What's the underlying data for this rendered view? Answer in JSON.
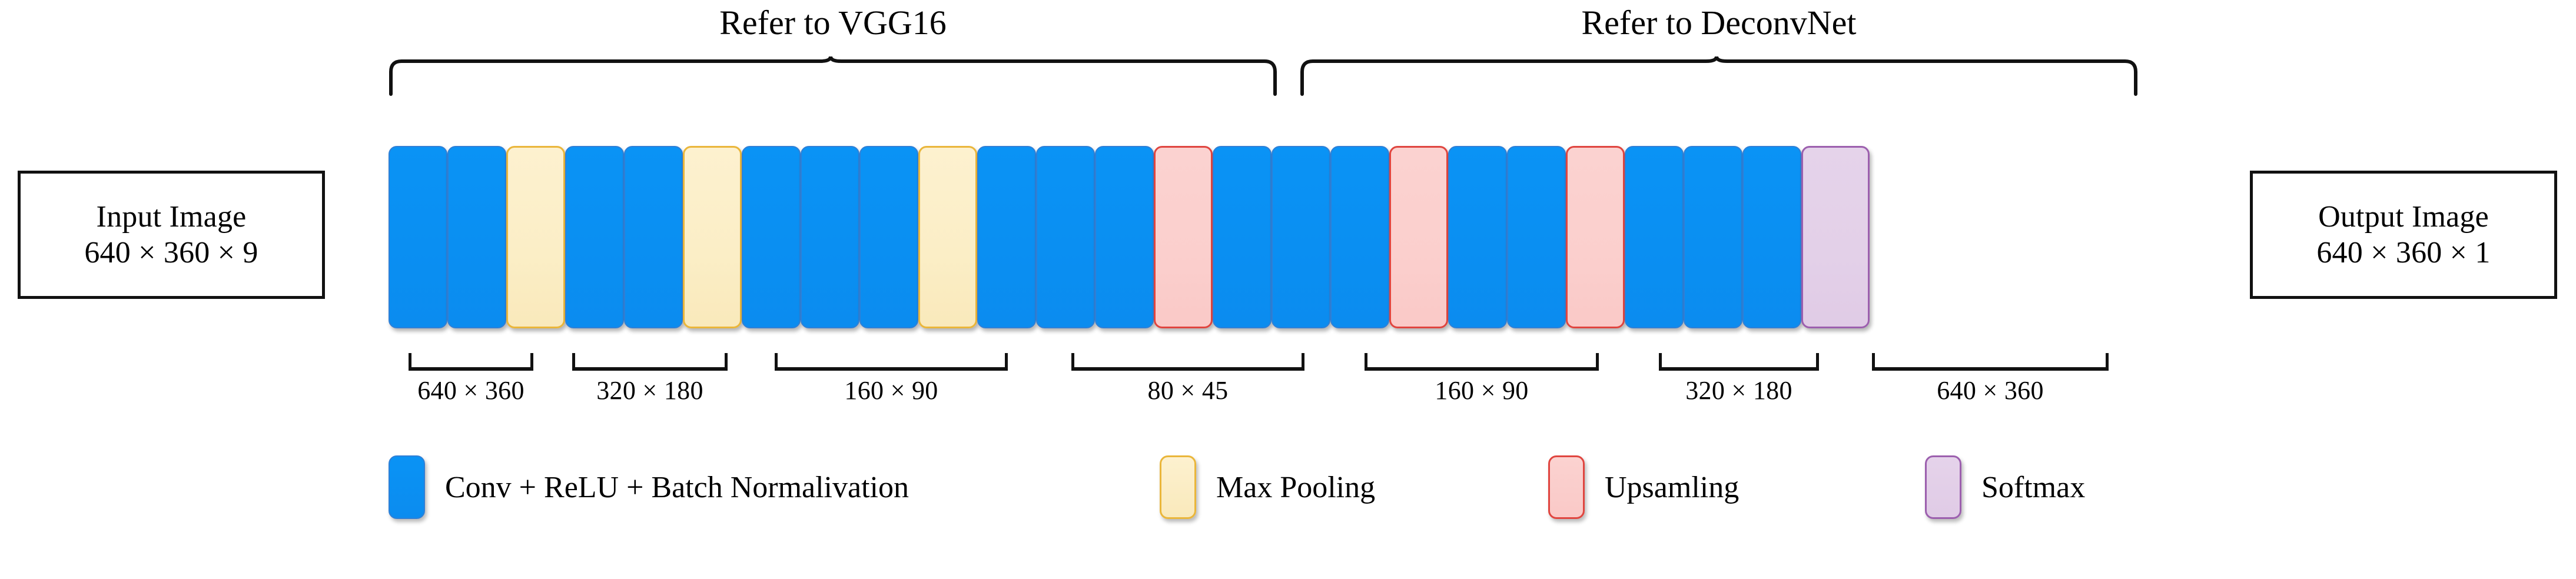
{
  "figure": {
    "kind": "neural-network-architecture-diagram",
    "background_color": "#ffffff"
  },
  "input_box": {
    "line1": "Input Image",
    "line2": "640 × 360 × 9"
  },
  "output_box": {
    "line1": "Output Image",
    "line2": "640 × 360 × 1"
  },
  "section_titles": {
    "encoder": "Refer to VGG16",
    "decoder": "Refer to DeconvNet"
  },
  "colors": {
    "conv_fill": "#0a90f2",
    "conv_border": "#2f7fd6",
    "pool_fill": "#fbeec6",
    "pool_border": "#eab63a",
    "upsample_fill": "#fbcfcd",
    "upsample_border": "#e0453f",
    "softmax_fill": "#e3d0e8",
    "softmax_border": "#9c5fae",
    "text": "#000000"
  },
  "blocks": [
    {
      "type": "conv",
      "index": 1
    },
    {
      "type": "conv",
      "index": 2
    },
    {
      "type": "pool",
      "index": 3
    },
    {
      "type": "conv",
      "index": 4
    },
    {
      "type": "conv",
      "index": 5
    },
    {
      "type": "pool",
      "index": 6
    },
    {
      "type": "conv",
      "index": 7
    },
    {
      "type": "conv",
      "index": 8
    },
    {
      "type": "conv",
      "index": 9
    },
    {
      "type": "pool",
      "index": 10
    },
    {
      "type": "conv",
      "index": 11
    },
    {
      "type": "conv",
      "index": 12
    },
    {
      "type": "conv",
      "index": 13
    },
    {
      "type": "up",
      "index": 14
    },
    {
      "type": "conv",
      "index": 15
    },
    {
      "type": "conv",
      "index": 16
    },
    {
      "type": "conv",
      "index": 17
    },
    {
      "type": "up",
      "index": 18
    },
    {
      "type": "conv",
      "index": 19
    },
    {
      "type": "conv",
      "index": 20
    },
    {
      "type": "up",
      "index": 21
    },
    {
      "type": "conv",
      "index": 22
    },
    {
      "type": "conv",
      "index": 23
    },
    {
      "type": "conv",
      "index": 24
    },
    {
      "type": "softmax",
      "index": 25
    }
  ],
  "dimension_groups": [
    {
      "label": "640 × 360",
      "stage": "encoder"
    },
    {
      "label": "320 × 180",
      "stage": "encoder"
    },
    {
      "label": "160 × 90",
      "stage": "encoder"
    },
    {
      "label": "80 × 45",
      "stage": "encoder"
    },
    {
      "label": "160 × 90",
      "stage": "decoder"
    },
    {
      "label": "320 × 180",
      "stage": "decoder"
    },
    {
      "label": "640 × 360",
      "stage": "decoder"
    }
  ],
  "legend": {
    "items": [
      {
        "swatch": "conv",
        "label": "Conv + ReLU + Batch Normalivation"
      },
      {
        "swatch": "pool",
        "label": "Max Pooling"
      },
      {
        "swatch": "up",
        "label": "Upsamling"
      },
      {
        "swatch": "softmax",
        "label": "Softmax"
      }
    ]
  }
}
